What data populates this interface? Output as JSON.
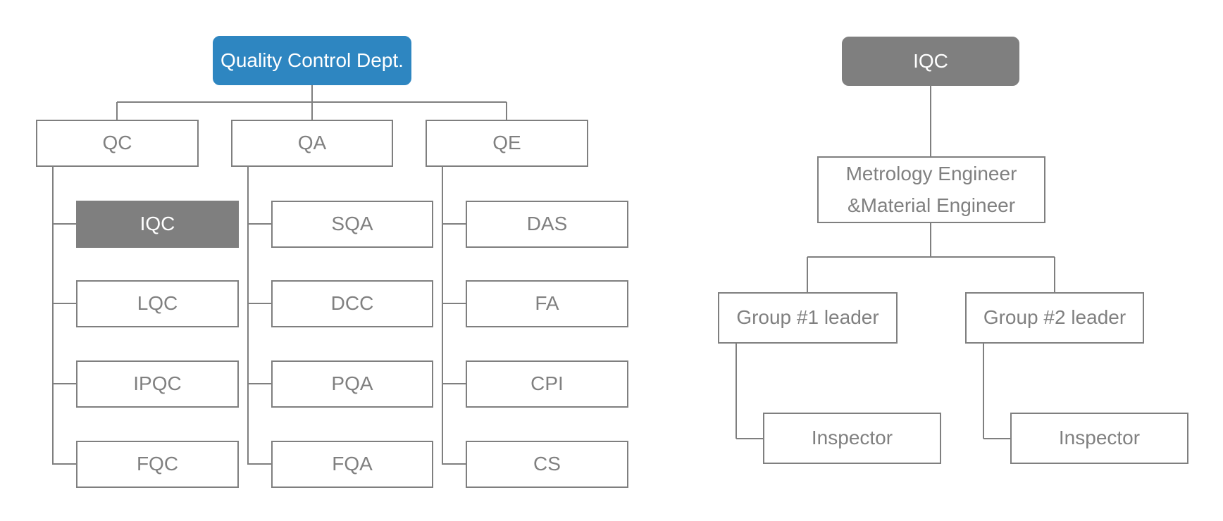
{
  "left_chart": {
    "root": "Quality Control Dept.",
    "branches": [
      {
        "label": "QC",
        "children": [
          "IQC",
          "LQC",
          "IPQC",
          "FQC"
        ]
      },
      {
        "label": "QA",
        "children": [
          "SQA",
          "DCC",
          "PQA",
          "FQA"
        ]
      },
      {
        "label": "QE",
        "children": [
          "DAS",
          "FA",
          "CPI",
          "CS"
        ]
      }
    ],
    "highlighted_child": "IQC"
  },
  "right_chart": {
    "root": "IQC",
    "engineer_line1": "Metrology Engineer",
    "engineer_line2": "&Material Engineer",
    "group1": "Group #1 leader",
    "group2": "Group #2 leader",
    "inspector1": "Inspector",
    "inspector2": "Inspector"
  },
  "colors": {
    "root_fill": "#2e86c1",
    "highlight_fill": "#7f7f7f",
    "border": "#7f7f7f",
    "text": "#808080"
  }
}
